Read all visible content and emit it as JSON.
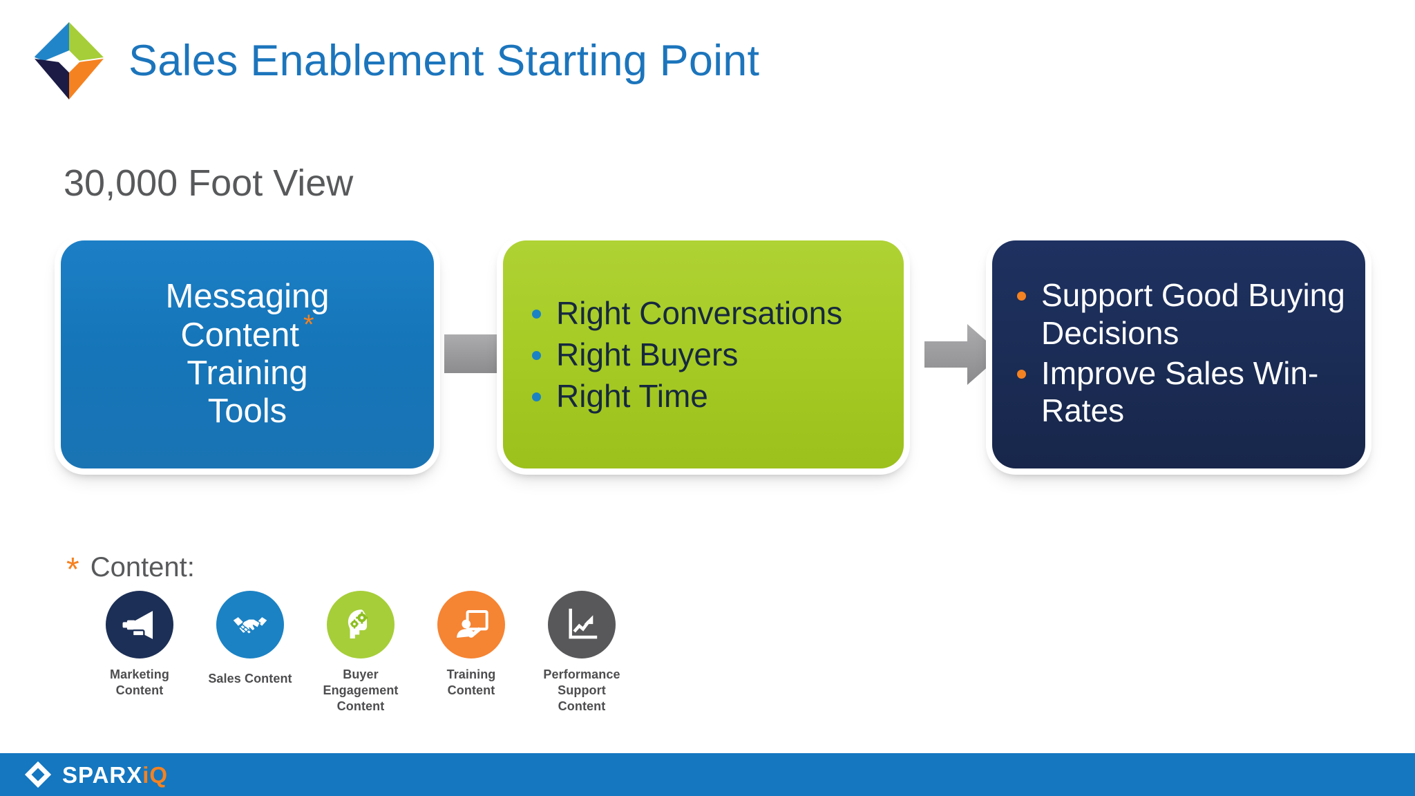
{
  "slide": {
    "title": "Sales Enablement Starting Point",
    "section_heading": "30,000 Foot View"
  },
  "brand": {
    "mark_name": "sparxiq-diamond-logo",
    "colors": {
      "blue": "#1C7FC6",
      "green": "#A6CE39",
      "orange": "#F58220",
      "navy": "#1B1B46",
      "title_blue": "#1C75BC",
      "heading_gray": "#58595B",
      "footer_blue": "#1477C0",
      "arrow_gray": "#9A9A9C"
    }
  },
  "flow": {
    "boxes": [
      {
        "id": "messaging-box",
        "style": "blue",
        "layout": "centered",
        "lines": [
          {
            "text": "Messaging",
            "asterisk": false
          },
          {
            "text": "Content",
            "asterisk": true
          },
          {
            "text": "Training",
            "asterisk": false
          },
          {
            "text": "Tools",
            "asterisk": false
          }
        ]
      },
      {
        "id": "right-things-box",
        "style": "green",
        "layout": "bulleted",
        "bullet_color": "#1B82C4",
        "items": [
          "Right Conversations",
          "Right Buyers",
          "Right Time"
        ]
      },
      {
        "id": "outcomes-box",
        "style": "navy",
        "layout": "bulleted",
        "bullet_color": "#F58220",
        "items": [
          "Support Good Buying Decisions",
          "Improve Sales Win-Rates"
        ]
      }
    ],
    "connectors": [
      {
        "id": "connector-1",
        "shape": "bar",
        "name": "flow-connector-bar"
      },
      {
        "id": "connector-2",
        "shape": "arrow",
        "name": "flow-connector-arrow"
      }
    ]
  },
  "footnote": {
    "marker": "*",
    "label": "Content:"
  },
  "content_icons": [
    {
      "icon_name": "megaphone-icon",
      "circle_color": "#1C2F56",
      "caption_lines": [
        "Marketing",
        "Content"
      ]
    },
    {
      "icon_name": "handshake-icon",
      "circle_color": "#1B82C4",
      "caption_lines": [
        "Sales Content"
      ]
    },
    {
      "icon_name": "head-gears-icon",
      "circle_color": "#A6CE39",
      "caption_lines": [
        "Buyer",
        "Engagement",
        "Content"
      ]
    },
    {
      "icon_name": "presenter-whiteboard-icon",
      "circle_color": "#F58433",
      "caption_lines": [
        "Training",
        "Content"
      ]
    },
    {
      "icon_name": "trend-chart-icon",
      "circle_color": "#58585A",
      "caption_lines": [
        "Performance",
        "Support",
        "Content"
      ]
    }
  ],
  "footer": {
    "word_primary": "SPARX",
    "word_accent": "iQ",
    "mark_name": "sparxiq-footer-diamond"
  }
}
